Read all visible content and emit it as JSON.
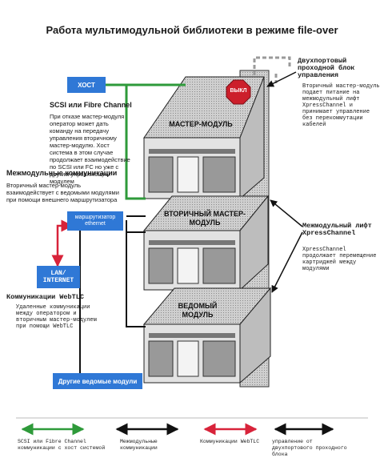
{
  "title": "Работа мультимодульной библиотеки в режиме file-over",
  "host_label": "ХОСТ",
  "scsi_fc": {
    "heading": "SCSI или Fibre Channel",
    "text": "При отказе мастер-модуля оператор может дать команду на передачу управления вторичному мастер-модулю. Хост система в этом случае продолжает взаимодействие по SCSI или FC но уже с другим управляющим модулем"
  },
  "intermodule": {
    "heading": "Межмодульные коммуникации",
    "text": "Вторичный мастер-модуль взаимодействует с ведомыми модулями при помощи внешнего маршрутизатора"
  },
  "router_label": "маршрутизатор ethernet",
  "lan_label": "LAN/ INTERNET",
  "webtlc": {
    "heading": "Коммуникации WebTLC",
    "text": "Удаленные коммуникации между оператором и вторичным мастер-модулем при помощи WebTLC"
  },
  "other_slaves_label": "Другие ведомые модули",
  "off_label": "ВЫКЛ",
  "modules": {
    "master": "МАСТЕР-МОДУЛЬ",
    "secondary": "ВТОРИЧНЫЙ МАСТЕР-МОДУЛЬ",
    "slave": "ВЕДОМЫЙ МОДУЛЬ"
  },
  "dual_port": {
    "heading": "Двухпортовый проходной блок управления",
    "text": "Вторичный мастер-модуль подает питание на межмодульный лифт XpressChannel и принимает управление без перекоммутации кабелей"
  },
  "lift": {
    "heading": "Межмодульный лифт XpressChannel",
    "text": "XpressChannel продолжает перемещение картриджей между модулями"
  },
  "legend": [
    {
      "label": "SCSI или Fibre Channel коммуникации с хост системой",
      "color": "#2e9a3a"
    },
    {
      "label": "Межмодульные коммуникации",
      "color": "#111111"
    },
    {
      "label": "Коммуникации WebTLC",
      "color": "#d8233a"
    },
    {
      "label": "управление от двухпортового проходного блока",
      "color": "#111111"
    }
  ],
  "colors": {
    "blue": "#2f78d6",
    "green": "#2e9a3a",
    "red": "#d8233a",
    "stop_red": "#cc1f2b"
  }
}
